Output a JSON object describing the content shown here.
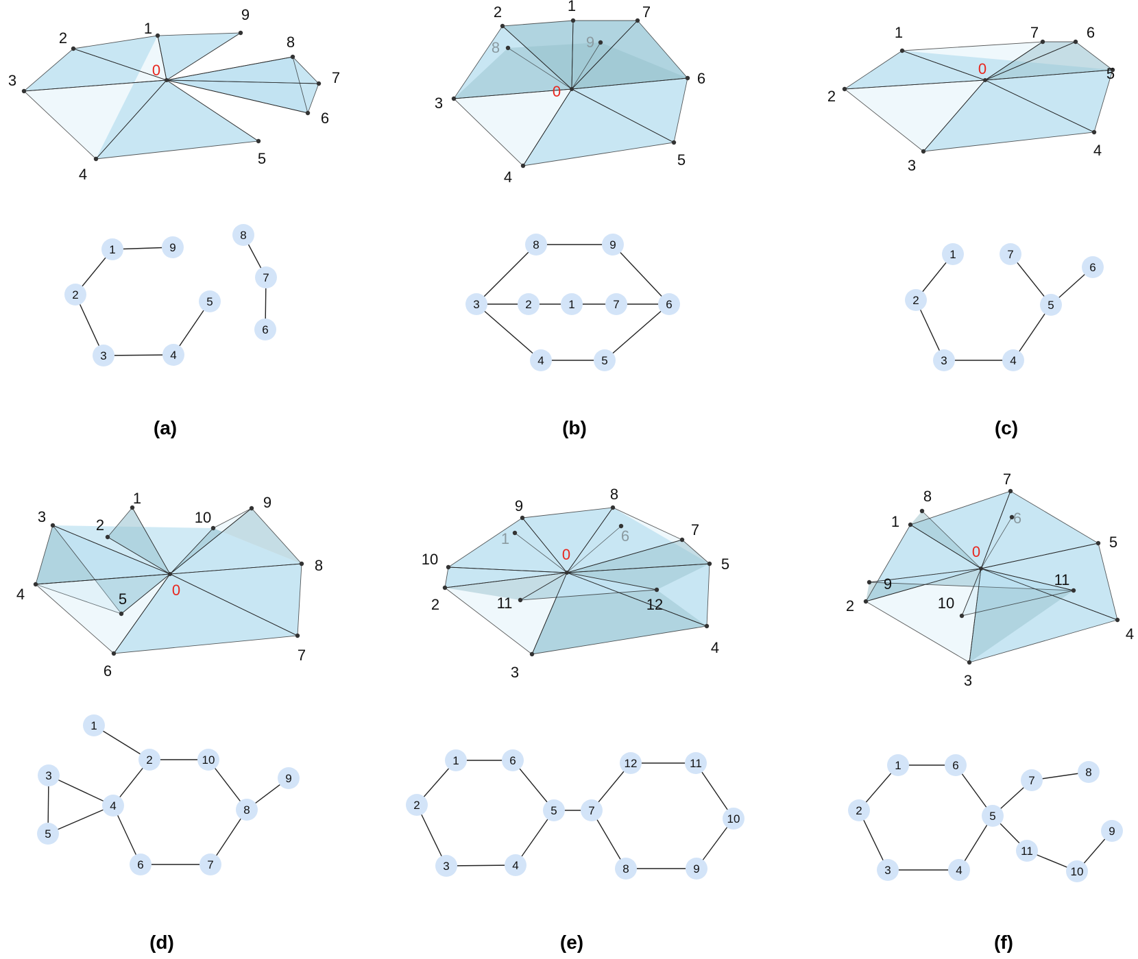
{
  "panels": [
    {
      "id": "a",
      "caption": "(a)",
      "hub_label": "0",
      "link_labels": [
        "1",
        "2",
        "3",
        "4",
        "5",
        "6",
        "7",
        "8",
        "9"
      ],
      "graph": {
        "nodes": [
          "1",
          "9",
          "2",
          "5",
          "3",
          "4",
          "8",
          "7",
          "6"
        ],
        "edges": [
          [
            "1",
            "9"
          ],
          [
            "1",
            "2"
          ],
          [
            "2",
            "3"
          ],
          [
            "3",
            "4"
          ],
          [
            "4",
            "5"
          ],
          [
            "8",
            "7"
          ],
          [
            "7",
            "6"
          ]
        ]
      }
    },
    {
      "id": "b",
      "caption": "(b)",
      "hub_label": "0",
      "link_labels": [
        "1",
        "2",
        "3",
        "4",
        "5",
        "6",
        "7",
        "8",
        "9"
      ],
      "graph": {
        "nodes": [
          "8",
          "9",
          "3",
          "2",
          "1",
          "7",
          "6",
          "4",
          "5"
        ],
        "edges": [
          [
            "8",
            "9"
          ],
          [
            "3",
            "8"
          ],
          [
            "9",
            "6"
          ],
          [
            "3",
            "2"
          ],
          [
            "2",
            "1"
          ],
          [
            "1",
            "7"
          ],
          [
            "7",
            "6"
          ],
          [
            "3",
            "4"
          ],
          [
            "4",
            "5"
          ],
          [
            "5",
            "6"
          ]
        ]
      }
    },
    {
      "id": "c",
      "caption": "(c)",
      "hub_label": "0",
      "link_labels": [
        "1",
        "2",
        "3",
        "4",
        "5",
        "6",
        "7"
      ],
      "graph": {
        "nodes": [
          "1",
          "7",
          "6",
          "2",
          "5",
          "3",
          "4"
        ],
        "edges": [
          [
            "1",
            "2"
          ],
          [
            "2",
            "3"
          ],
          [
            "3",
            "4"
          ],
          [
            "4",
            "5"
          ],
          [
            "5",
            "7"
          ],
          [
            "5",
            "6"
          ]
        ]
      }
    },
    {
      "id": "d",
      "caption": "(d)",
      "hub_label": "0",
      "link_labels": [
        "1",
        "2",
        "3",
        "4",
        "5",
        "6",
        "7",
        "8",
        "9",
        "10"
      ],
      "graph": {
        "nodes": [
          "1",
          "2",
          "10",
          "3",
          "9",
          "4",
          "8",
          "5",
          "6",
          "7"
        ],
        "edges": [
          [
            "1",
            "2"
          ],
          [
            "2",
            "10"
          ],
          [
            "10",
            "8"
          ],
          [
            "8",
            "9"
          ],
          [
            "8",
            "7"
          ],
          [
            "7",
            "6"
          ],
          [
            "6",
            "4"
          ],
          [
            "4",
            "2"
          ],
          [
            "4",
            "3"
          ],
          [
            "4",
            "5"
          ],
          [
            "3",
            "5"
          ]
        ]
      }
    },
    {
      "id": "e",
      "caption": "(e)",
      "hub_label": "0",
      "link_labels": [
        "1",
        "2",
        "3",
        "4",
        "5",
        "6",
        "7",
        "8",
        "9",
        "10",
        "11",
        "12"
      ],
      "graph": {
        "nodes": [
          "1",
          "6",
          "12",
          "11",
          "2",
          "5",
          "7",
          "10",
          "3",
          "4",
          "8",
          "9"
        ],
        "edges": [
          [
            "1",
            "6"
          ],
          [
            "6",
            "5"
          ],
          [
            "5",
            "4"
          ],
          [
            "4",
            "3"
          ],
          [
            "3",
            "2"
          ],
          [
            "2",
            "1"
          ],
          [
            "5",
            "7"
          ],
          [
            "7",
            "12"
          ],
          [
            "12",
            "11"
          ],
          [
            "11",
            "10"
          ],
          [
            "10",
            "9"
          ],
          [
            "9",
            "8"
          ],
          [
            "8",
            "7"
          ]
        ]
      }
    },
    {
      "id": "f",
      "caption": "(f)",
      "hub_label": "0",
      "link_labels": [
        "1",
        "2",
        "3",
        "4",
        "5",
        "6",
        "7",
        "8",
        "9",
        "10",
        "11"
      ],
      "graph": {
        "nodes": [
          "1",
          "6",
          "7",
          "8",
          "2",
          "5",
          "9",
          "11",
          "3",
          "4",
          "10"
        ],
        "edges": [
          [
            "1",
            "6"
          ],
          [
            "6",
            "5"
          ],
          [
            "5",
            "4"
          ],
          [
            "4",
            "3"
          ],
          [
            "3",
            "2"
          ],
          [
            "2",
            "1"
          ],
          [
            "5",
            "7"
          ],
          [
            "7",
            "8"
          ],
          [
            "5",
            "11"
          ],
          [
            "11",
            "10"
          ],
          [
            "10",
            "9"
          ]
        ]
      }
    }
  ],
  "colors": {
    "face_fill": "#a9d8ec",
    "face_fill_dark": "#8fb9c2",
    "edge": "#222222",
    "node_fill": "#d3e4f8",
    "node_text": "#111111",
    "hub_label": "#e8261e",
    "hidden_label": "#8a9aa0"
  }
}
